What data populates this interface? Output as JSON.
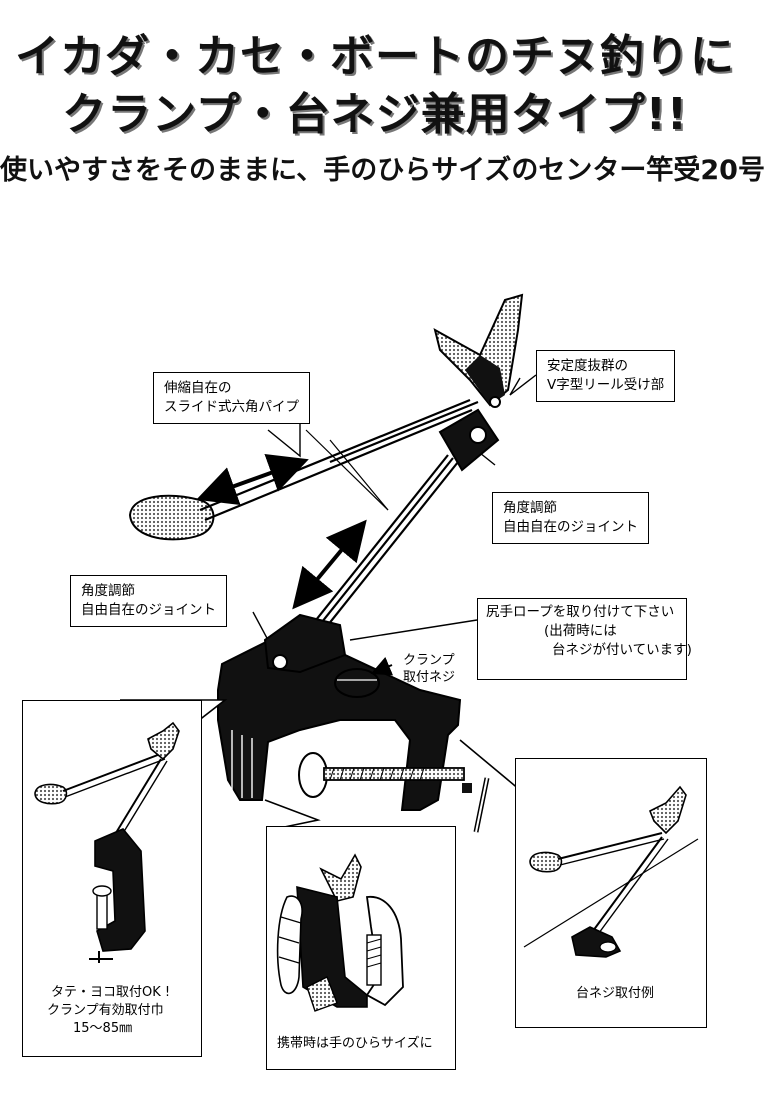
{
  "headline": {
    "line1": "イカダ・カセ・ボートのチヌ釣りに",
    "line2": "クランプ・台ネジ兼用タイプ!!",
    "subtitle": "使いやすさをそのままに、手のひらサイズのセンター竿受20号"
  },
  "callouts": {
    "v_holder": [
      "安定度抜群の",
      "V字型リール受け部"
    ],
    "pipe": [
      "伸縮自在の",
      "スライド式六角パイプ"
    ],
    "joint_upper": [
      "角度調節",
      "自由自在のジョイント"
    ],
    "joint_lower": [
      "角度調節",
      "自由自在のジョイント"
    ],
    "rope": {
      "title": "尻手ロープを取り付けて下さい",
      "note1": "(出荷時には",
      "note2": "台ネジが付いています)"
    },
    "clamp_screw": [
      "クランプ",
      "取付ネジ"
    ]
  },
  "panels": {
    "left": {
      "line1": "タテ・ヨコ取付OK !",
      "line2": "クランプ有効取付巾",
      "line3": "15〜85㎜"
    },
    "center": {
      "caption": "携帯時は手のひらサイズに"
    },
    "right": {
      "caption": "台ネジ取付例"
    }
  },
  "colors": {
    "ink": "#000000",
    "paper": "#ffffff",
    "dot_gray": "#8a8a8a"
  }
}
